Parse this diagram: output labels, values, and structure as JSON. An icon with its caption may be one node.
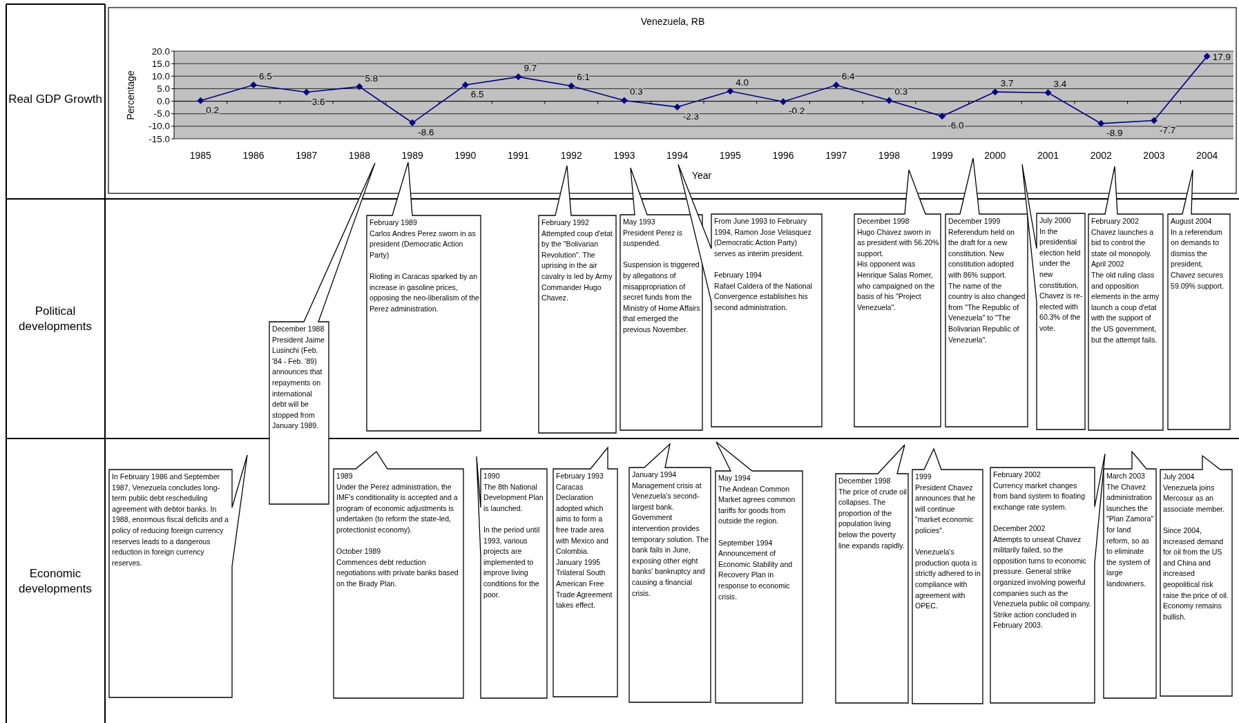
{
  "diagram": {
    "nodes": [
      {
        "text": [
          "December 1988",
          "President Jaime Lusinchi (Feb. '84 - Feb. '89) announces that repayments on international debt will be stopped from January 1989."
        ]
      },
      {
        "text": [
          "February 1989",
          "Carlos Andres Perez sworn in as president (Democratic Action Party)",
          "Rioting in Caracas sparked by an increase in gasoline prices, opposing the neo-liberalism of the Perez administration."
        ]
      },
      {
        "text": [
          "February 1992",
          "Attempted coup d'etat by the \"Bolivarian Revolution\". The uprising in the air cavalry is led by Army Commander Hugo Chavez."
        ]
      },
      {
        "text": [
          "May 1993",
          "President Perez is suspended.",
          "Suspension is triggered by allegations of misappropriation of secret funds from the Ministry of Home Affairs that emerged the previous November."
        ]
      },
      {
        "text": [
          "From June 1993 to February 1994, Ramon Jose Velasquez (Democratic Action Party) serves as interim president.",
          "February 1994",
          "Rafael Caldera of the National Convergence establishes his second administration."
        ]
      },
      {
        "text": [
          "December 1998",
          "Hugo Chavez sworn in as president with 56.20% support.",
          "His opponent was Henrique Salas Romer, who campaigned on the basis of his \"Project Venezuela\"."
        ]
      },
      {
        "text": [
          "December 1999",
          "Referendum held on the draft for a new constitution. New constitution adopted with 86% support.",
          "The name of the country is also changed from \"The Republic of Venezuela\" to \"The Bolivarian Republic of Venezuela\"."
        ]
      },
      {
        "text": [
          "July 2000",
          "In the presidential election held under the new constitution, Chavez is re-elected with 60.3% of the vote."
        ]
      },
      {
        "text": [
          "February 2002",
          "Chavez launches a bid to control the state oil monopoly.",
          "April 2002",
          "The old ruling class and opposition elements in the army launch a coup d'etat with the support of the US government, but the attempt fails."
        ]
      },
      {
        "text": [
          "August 2004",
          "In a referendum on demands to dismiss the president, Chavez secures 59.09% support."
        ]
      },
      {
        "text": [
          "In February 1986 and September 1987, Venezuela concludes long-term public debt rescheduling agreement with debtor banks. In 1988, enormous fiscal deficits and a policy of reducing foreign currency reserves leads to a dangerous reduction in foreign currency reserves."
        ]
      },
      {
        "text": [
          "1989",
          "Under the Perez administration, the IMF's conditionality is accepted and a program of economic adjustments is undertaken (to reform the state-led, protectionist economy).",
          "October 1989",
          "Commences debt reduction negotiations with private banks based on the Brady Plan."
        ]
      },
      {
        "text": [
          "1990",
          "The 8th National Development Plan is launched.",
          "In the period until 1993, various projects are implemented to improve living conditions for the poor."
        ]
      },
      {
        "text": [
          "February 1993",
          "Caracas Declaration adopted which aims to form a free trade area with Mexico and Colombia.",
          "January 1995",
          "Trilateral South American Free Trade Agreement takes effect."
        ]
      },
      {
        "text": [
          "January 1994",
          "Management crisis at Venezuela's second-largest bank. Government intervention provides temporary solution. The bank fails in June, exposing other eight banks' bankruptcy and causing a financial crisis."
        ]
      },
      {
        "text": [
          "May 1994",
          "The Andean Common Market agrees common tariffs for goods from outside the region.",
          "September 1994",
          "Announcement of Economic Stability and Recovery Plan in response to economic crisis."
        ]
      },
      {
        "text": [
          "December 1998",
          "The price of crude oil collapses. The proportion of the population living below the poverty line expands rapidly."
        ]
      },
      {
        "text": [
          "1999",
          "President Chavez announces that he will continue \"market economic policies\".",
          "Venezuela's production quota is strictly adhered to in compliance with agreement with OPEC."
        ]
      },
      {
        "text": [
          "February 2002",
          "Currency market changes from band system to floating exchange rate system.",
          "December 2002",
          "Attempts to unseat Chavez militarily failed, so the opposition turns to economic pressure. General strike organized involving powerful companies such as the Venezuela public oil company. Strike action concluded in February 2003."
        ]
      },
      {
        "text": [
          "March 2003",
          "The Chavez administration launches the \"Plan Zamora\" for land reform, so as to eliminate the system of large landowners."
        ]
      },
      {
        "text": [
          "July 2004",
          "Venezuela joins Mercosur as an associate member.",
          "Since 2004, increased demand for oil from the US and China and increased geopolitical risk raise the price of oil. Economy remains bullish."
        ]
      }
    ],
    "labels": [
      "Real GDP Growth",
      "Political developments",
      "Economic developments"
    ],
    "chart_data": {
      "type": "line",
      "title": "Venezuela, RB",
      "xlabel": "Year",
      "ylabel": "Percentage",
      "categories": [
        "1985",
        "1986",
        "1987",
        "1988",
        "1989",
        "1990",
        "1991",
        "1992",
        "1993",
        "1994",
        "1995",
        "1996",
        "1997",
        "1998",
        "1999",
        "2000",
        "2001",
        "2002",
        "2003",
        "2004"
      ],
      "series": [
        {
          "color": "#000080",
          "marker": "diamond",
          "values": [
            0.2,
            6.5,
            3.6,
            5.8,
            -8.6,
            6.5,
            9.7,
            6.1,
            0.3,
            -2.3,
            4.0,
            -0.2,
            6.4,
            0.3,
            -6.0,
            3.7,
            3.4,
            -8.9,
            -7.7,
            17.9
          ]
        }
      ],
      "ylim": [
        -15,
        20
      ],
      "yticks": [
        {
          "value": -15,
          "label": "-15.0"
        },
        {
          "value": -10,
          "label": "-10.0"
        },
        {
          "value": -5,
          "label": "-5.0"
        },
        {
          "value": 0,
          "label": "0.0"
        },
        {
          "value": 5,
          "label": "5.0"
        },
        {
          "value": 10,
          "label": "10.0"
        },
        {
          "value": 15,
          "label": "15.0"
        },
        {
          "value": 20,
          "label": "20.0"
        }
      ],
      "grid": true,
      "value_labels": [
        "0.2",
        "6.5",
        "3.6",
        "5.8",
        "-8.6",
        "6.5",
        "9.7",
        "6.1",
        "0.3",
        "-2.3",
        "4.0",
        "-0.2",
        "6.4",
        "0.3",
        "-6.0",
        "3.7",
        "3.4",
        "-8.9",
        "-7.7",
        "17.9"
      ]
    }
  }
}
